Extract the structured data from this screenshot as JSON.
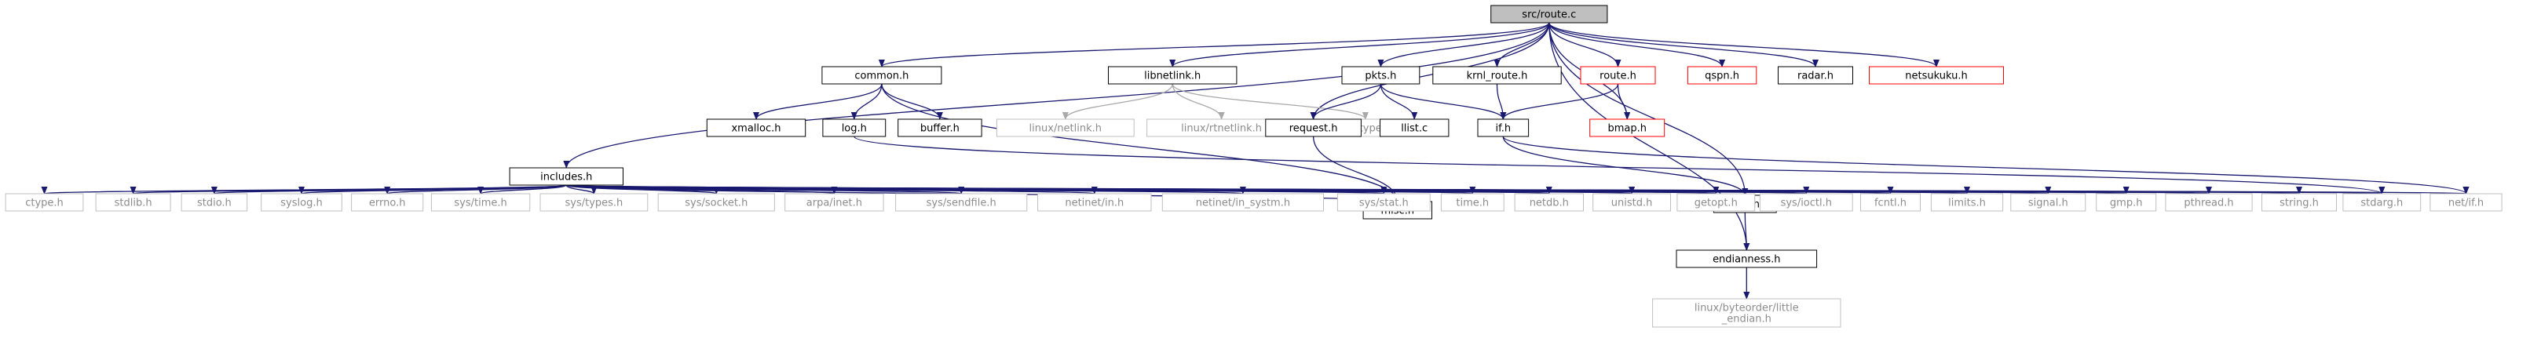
{
  "graph": {
    "nodes": [
      {
        "id": "route_c",
        "label": "src/route.c",
        "style": "root"
      },
      {
        "id": "includes_h",
        "label": "includes.h",
        "style": "normal"
      },
      {
        "id": "common_h",
        "label": "common.h",
        "style": "normal"
      },
      {
        "id": "libnetlink_h",
        "label": "libnetlink.h",
        "style": "normal"
      },
      {
        "id": "pkts_h",
        "label": "pkts.h",
        "style": "normal"
      },
      {
        "id": "krnl_route_h",
        "label": "krnl_route.h",
        "style": "normal"
      },
      {
        "id": "route_h",
        "label": "route.h",
        "style": "red"
      },
      {
        "id": "qspn_h",
        "label": "qspn.h",
        "style": "red"
      },
      {
        "id": "radar_h",
        "label": "radar.h",
        "style": "normal"
      },
      {
        "id": "netsukuku_h",
        "label": "netsukuku.h",
        "style": "red"
      },
      {
        "id": "xmalloc_h",
        "label": "xmalloc.h",
        "style": "normal"
      },
      {
        "id": "log_h",
        "label": "log.h",
        "style": "normal"
      },
      {
        "id": "buffer_h",
        "label": "buffer.h",
        "style": "normal"
      },
      {
        "id": "linux_netlink_h",
        "label": "linux/netlink.h",
        "style": "muted"
      },
      {
        "id": "linux_rtnetlink_h",
        "label": "linux/rtnetlink.h",
        "style": "muted"
      },
      {
        "id": "asm_types_h",
        "label": "asm/types.h",
        "style": "muted"
      },
      {
        "id": "request_h",
        "label": "request.h",
        "style": "normal"
      },
      {
        "id": "llist_c",
        "label": "llist.c",
        "style": "normal"
      },
      {
        "id": "if_h",
        "label": "if.h",
        "style": "normal"
      },
      {
        "id": "bmap_h",
        "label": "bmap.h",
        "style": "red"
      },
      {
        "id": "inet_h",
        "label": "inet.h",
        "style": "normal"
      },
      {
        "id": "misc_h",
        "label": "misc.h",
        "style": "normal"
      },
      {
        "id": "endianness_h",
        "label": "endianness.h",
        "style": "normal"
      },
      {
        "id": "little_endian_h",
        "label": "linux/byteorder/little\n_endian.h",
        "style": "muted"
      },
      {
        "id": "ctype_h",
        "label": "ctype.h",
        "style": "muted"
      },
      {
        "id": "stdlib_h",
        "label": "stdlib.h",
        "style": "muted"
      },
      {
        "id": "stdio_h",
        "label": "stdio.h",
        "style": "muted"
      },
      {
        "id": "syslog_h",
        "label": "syslog.h",
        "style": "muted"
      },
      {
        "id": "errno_h",
        "label": "errno.h",
        "style": "muted"
      },
      {
        "id": "sys_time_h",
        "label": "sys/time.h",
        "style": "muted"
      },
      {
        "id": "sys_types_h",
        "label": "sys/types.h",
        "style": "muted"
      },
      {
        "id": "sys_socket_h",
        "label": "sys/socket.h",
        "style": "muted"
      },
      {
        "id": "arpa_inet_h",
        "label": "arpa/inet.h",
        "style": "muted"
      },
      {
        "id": "sys_sendfile_h",
        "label": "sys/sendfile.h",
        "style": "muted"
      },
      {
        "id": "netinet_in_h",
        "label": "netinet/in.h",
        "style": "muted"
      },
      {
        "id": "netinet_in_systm_h",
        "label": "netinet/in_systm.h",
        "style": "muted"
      },
      {
        "id": "sys_stat_h",
        "label": "sys/stat.h",
        "style": "muted"
      },
      {
        "id": "time_h",
        "label": "time.h",
        "style": "muted"
      },
      {
        "id": "netdb_h",
        "label": "netdb.h",
        "style": "muted"
      },
      {
        "id": "unistd_h",
        "label": "unistd.h",
        "style": "muted"
      },
      {
        "id": "getopt_h",
        "label": "getopt.h",
        "style": "muted"
      },
      {
        "id": "sys_ioctl_h",
        "label": "sys/ioctl.h",
        "style": "muted"
      },
      {
        "id": "fcntl_h",
        "label": "fcntl.h",
        "style": "muted"
      },
      {
        "id": "limits_h",
        "label": "limits.h",
        "style": "muted"
      },
      {
        "id": "signal_h",
        "label": "signal.h",
        "style": "muted"
      },
      {
        "id": "gmp_h",
        "label": "gmp.h",
        "style": "muted"
      },
      {
        "id": "pthread_h",
        "label": "pthread.h",
        "style": "muted"
      },
      {
        "id": "string_h",
        "label": "string.h",
        "style": "muted"
      },
      {
        "id": "stdarg_h",
        "label": "stdarg.h",
        "style": "muted"
      },
      {
        "id": "net_if_h",
        "label": "net/if.h",
        "style": "muted"
      }
    ],
    "edges": [
      {
        "from": "route_c",
        "to": "includes_h",
        "style": "dark"
      },
      {
        "from": "route_c",
        "to": "common_h",
        "style": "dark"
      },
      {
        "from": "route_c",
        "to": "libnetlink_h",
        "style": "dark"
      },
      {
        "from": "route_c",
        "to": "pkts_h",
        "style": "dark"
      },
      {
        "from": "route_c",
        "to": "krnl_route_h",
        "style": "dark"
      },
      {
        "from": "route_c",
        "to": "route_h",
        "style": "dark"
      },
      {
        "from": "route_c",
        "to": "qspn_h",
        "style": "dark"
      },
      {
        "from": "route_c",
        "to": "radar_h",
        "style": "dark"
      },
      {
        "from": "route_c",
        "to": "netsukuku_h",
        "style": "dark"
      },
      {
        "from": "route_c",
        "to": "request_h",
        "style": "dark"
      },
      {
        "from": "route_c",
        "to": "bmap_h",
        "style": "dark"
      },
      {
        "from": "route_c",
        "to": "inet_h",
        "style": "dark"
      },
      {
        "from": "route_c",
        "to": "endianness_h",
        "style": "dark"
      },
      {
        "from": "common_h",
        "to": "xmalloc_h",
        "style": "dark"
      },
      {
        "from": "common_h",
        "to": "log_h",
        "style": "dark"
      },
      {
        "from": "common_h",
        "to": "buffer_h",
        "style": "dark"
      },
      {
        "from": "common_h",
        "to": "misc_h",
        "style": "dark"
      },
      {
        "from": "log_h",
        "to": "stdarg_h",
        "style": "dark"
      },
      {
        "from": "libnetlink_h",
        "to": "linux_netlink_h",
        "style": "gray"
      },
      {
        "from": "libnetlink_h",
        "to": "linux_rtnetlink_h",
        "style": "gray"
      },
      {
        "from": "libnetlink_h",
        "to": "asm_types_h",
        "style": "gray"
      },
      {
        "from": "pkts_h",
        "to": "request_h",
        "style": "dark"
      },
      {
        "from": "pkts_h",
        "to": "llist_c",
        "style": "dark"
      },
      {
        "from": "pkts_h",
        "to": "if_h",
        "style": "dark"
      },
      {
        "from": "krnl_route_h",
        "to": "if_h",
        "style": "dark"
      },
      {
        "from": "route_h",
        "to": "if_h",
        "style": "dark"
      },
      {
        "from": "route_h",
        "to": "bmap_h",
        "style": "dark"
      },
      {
        "from": "request_h",
        "to": "misc_h",
        "style": "dark"
      },
      {
        "from": "if_h",
        "to": "net_if_h",
        "style": "dark"
      },
      {
        "from": "if_h",
        "to": "inet_h",
        "style": "dark"
      },
      {
        "from": "inet_h",
        "to": "endianness_h",
        "style": "dark"
      },
      {
        "from": "endianness_h",
        "to": "little_endian_h",
        "style": "dark"
      },
      {
        "from": "includes_h",
        "to": "ctype_h",
        "style": "dark"
      },
      {
        "from": "includes_h",
        "to": "stdlib_h",
        "style": "dark"
      },
      {
        "from": "includes_h",
        "to": "stdio_h",
        "style": "dark"
      },
      {
        "from": "includes_h",
        "to": "syslog_h",
        "style": "dark"
      },
      {
        "from": "includes_h",
        "to": "errno_h",
        "style": "dark"
      },
      {
        "from": "includes_h",
        "to": "sys_time_h",
        "style": "dark"
      },
      {
        "from": "includes_h",
        "to": "sys_types_h",
        "style": "dark"
      },
      {
        "from": "includes_h",
        "to": "sys_socket_h",
        "style": "dark"
      },
      {
        "from": "includes_h",
        "to": "arpa_inet_h",
        "style": "dark"
      },
      {
        "from": "includes_h",
        "to": "sys_sendfile_h",
        "style": "dark"
      },
      {
        "from": "includes_h",
        "to": "netinet_in_h",
        "style": "dark"
      },
      {
        "from": "includes_h",
        "to": "netinet_in_systm_h",
        "style": "dark"
      },
      {
        "from": "includes_h",
        "to": "sys_stat_h",
        "style": "dark"
      },
      {
        "from": "includes_h",
        "to": "time_h",
        "style": "dark"
      },
      {
        "from": "includes_h",
        "to": "netdb_h",
        "style": "dark"
      },
      {
        "from": "includes_h",
        "to": "unistd_h",
        "style": "dark"
      },
      {
        "from": "includes_h",
        "to": "getopt_h",
        "style": "dark"
      },
      {
        "from": "includes_h",
        "to": "sys_ioctl_h",
        "style": "dark"
      },
      {
        "from": "includes_h",
        "to": "fcntl_h",
        "style": "dark"
      },
      {
        "from": "includes_h",
        "to": "limits_h",
        "style": "dark"
      },
      {
        "from": "includes_h",
        "to": "signal_h",
        "style": "dark"
      },
      {
        "from": "includes_h",
        "to": "gmp_h",
        "style": "dark"
      },
      {
        "from": "includes_h",
        "to": "pthread_h",
        "style": "dark"
      },
      {
        "from": "includes_h",
        "to": "string_h",
        "style": "dark"
      },
      {
        "from": "includes_h",
        "to": "stdarg_h",
        "style": "dark"
      },
      {
        "from": "includes_h",
        "to": "net_if_h",
        "style": "dark"
      },
      {
        "from": "includes_h",
        "to": "misc_h",
        "style": "dark"
      }
    ]
  },
  "colors": {
    "edge_dark": "#191970",
    "edge_gray": "#a9a9a9",
    "node_border": "#000000",
    "node_border_red": "#ff0000",
    "node_border_muted": "#bfbfbf",
    "root_fill": "#bfbfbf",
    "node_fill": "#ffffff",
    "text": "#000000",
    "text_muted": "#8c8c8c"
  }
}
